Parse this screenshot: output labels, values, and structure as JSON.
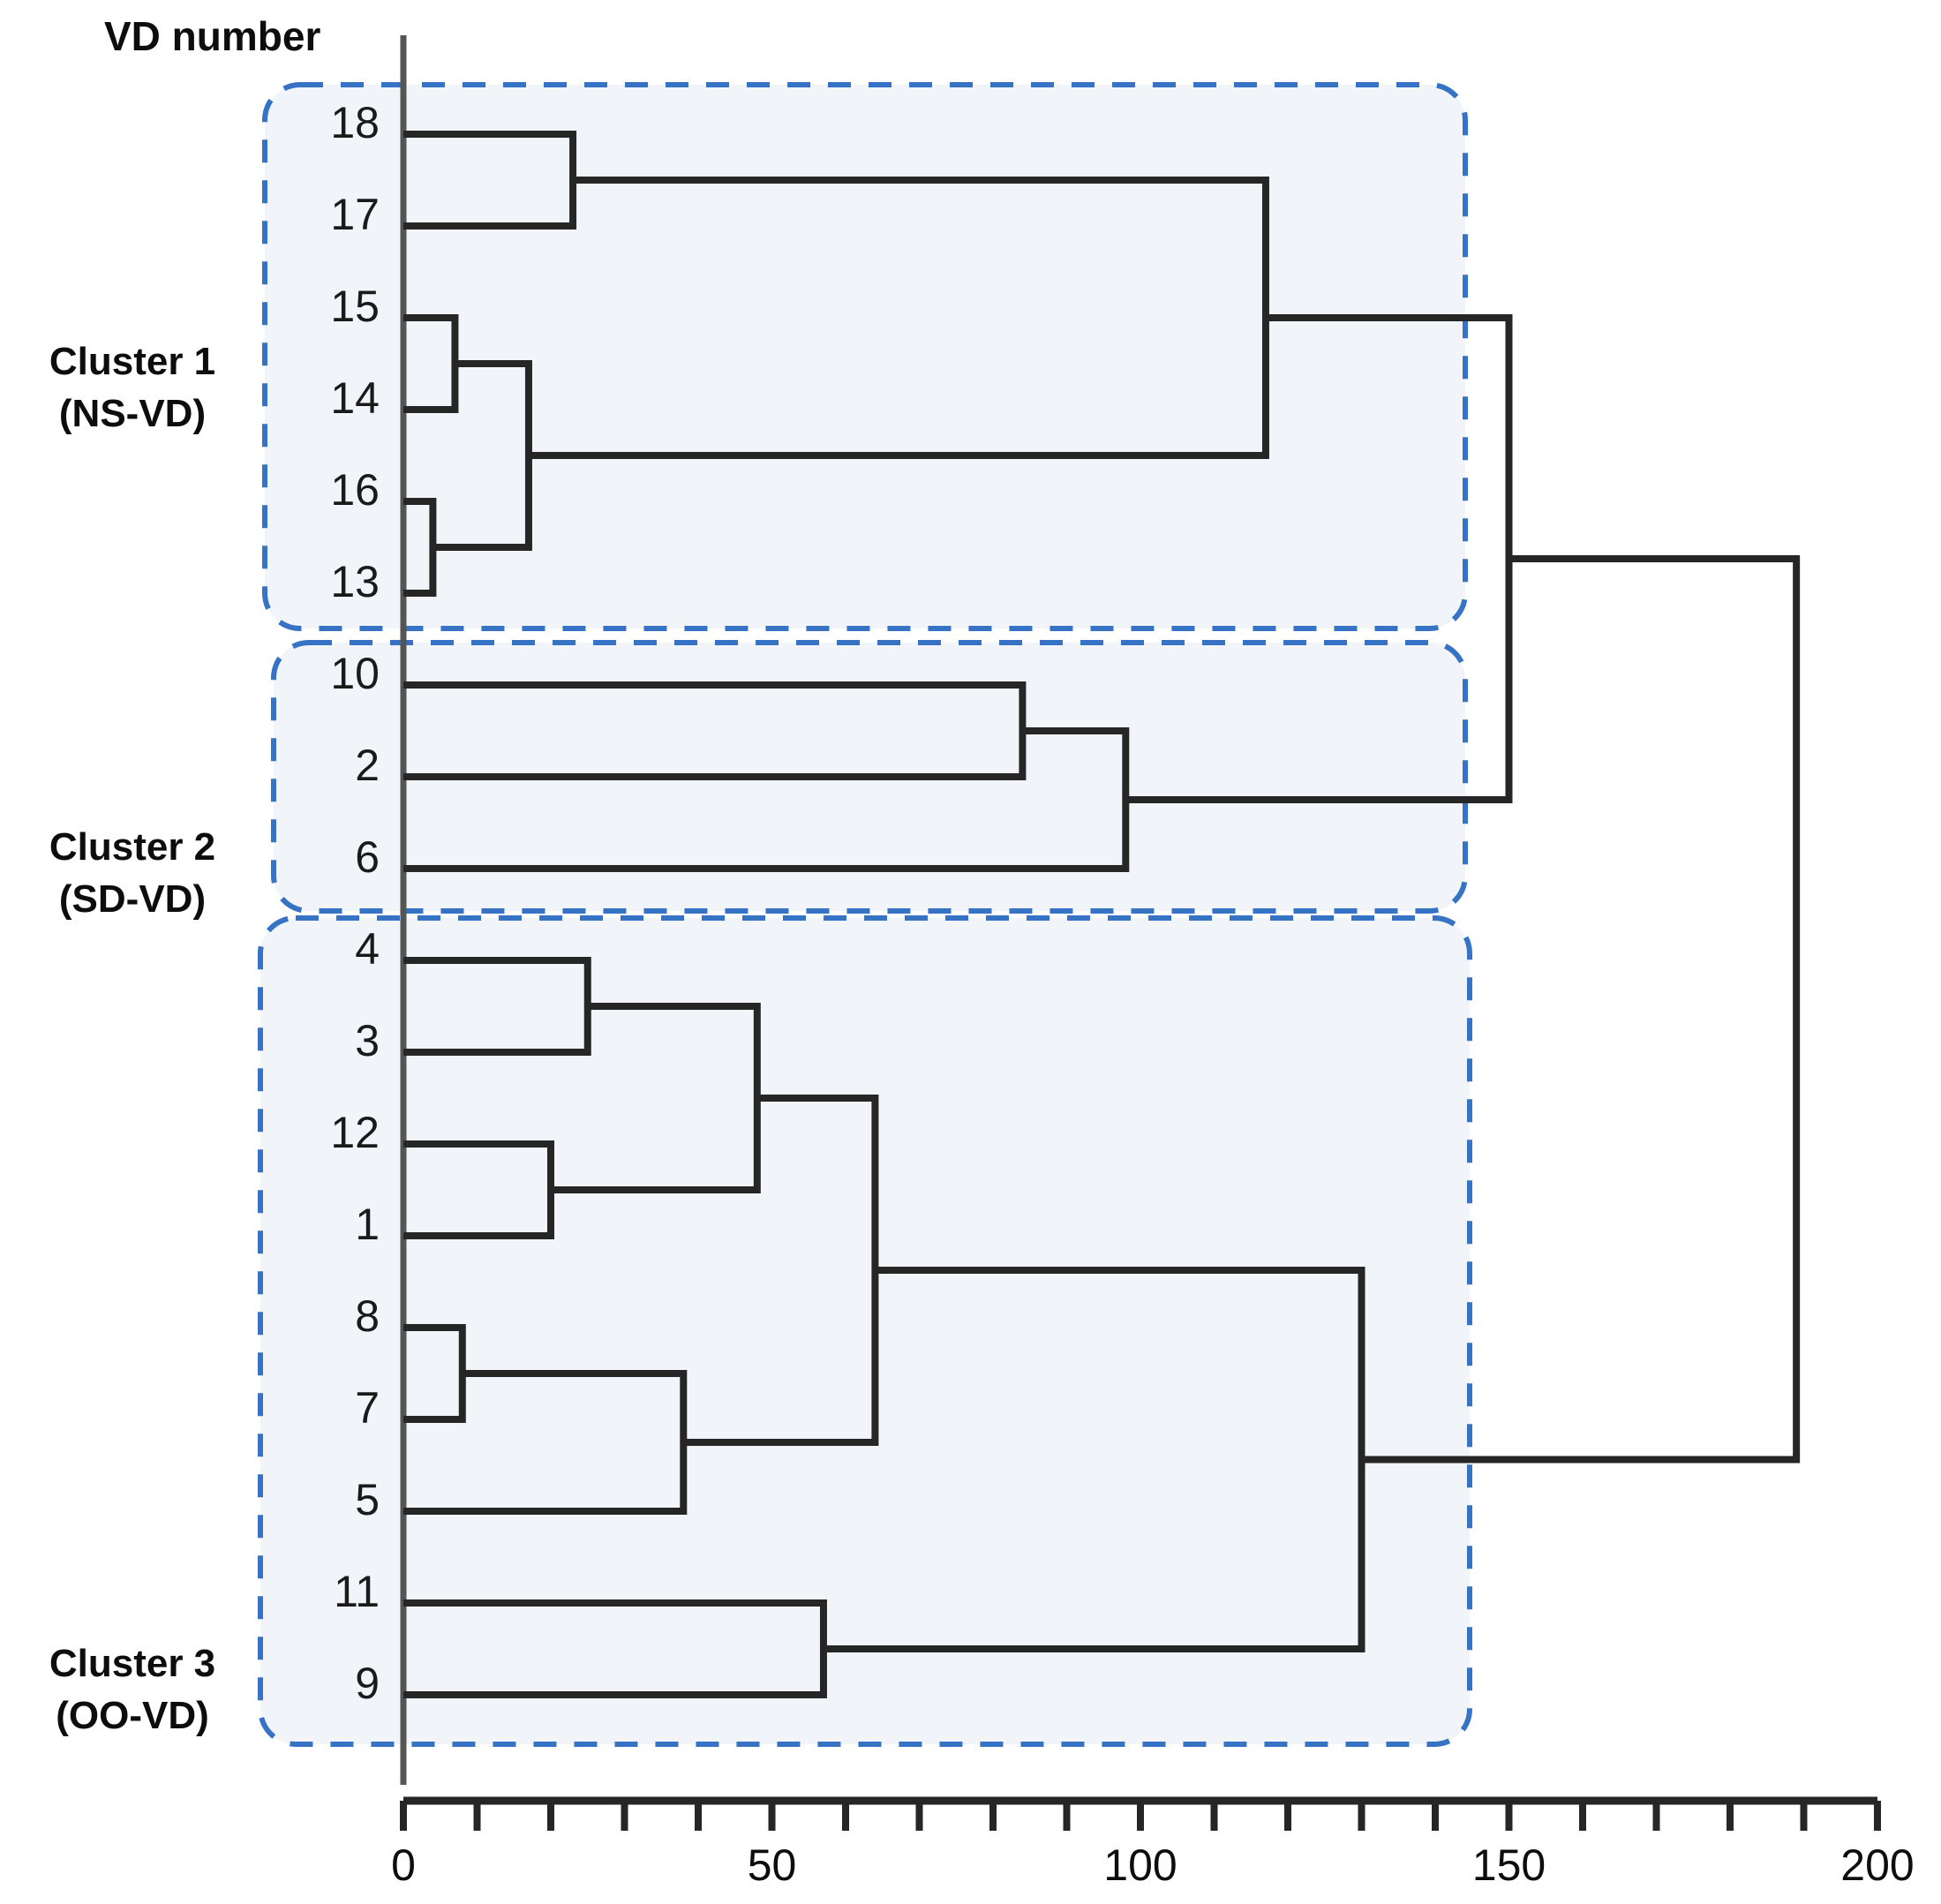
{
  "axis_title": "VD number",
  "clusters": [
    {
      "id": "cluster-1",
      "name": "Cluster 1",
      "sub": "(NS-VD)",
      "members": [
        "18",
        "17",
        "15",
        "14",
        "16",
        "13"
      ]
    },
    {
      "id": "cluster-2",
      "name": "Cluster 2",
      "sub": "(SD-VD)",
      "members": [
        "10",
        "2",
        "6"
      ]
    },
    {
      "id": "cluster-3",
      "name": "Cluster 3",
      "sub": "(OO-VD)",
      "members": [
        "4",
        "3",
        "12",
        "1",
        "8",
        "7",
        "5",
        "11",
        "9"
      ]
    }
  ],
  "leaves": [
    "18",
    "17",
    "15",
    "14",
    "16",
    "13",
    "10",
    "2",
    "6",
    "4",
    "3",
    "12",
    "1",
    "8",
    "7",
    "5",
    "11",
    "9"
  ],
  "x_tick_labels": [
    "0",
    "50",
    "100",
    "150",
    "200"
  ],
  "colors": {
    "box_stroke": "#3673c4",
    "box_fill": "#f1f5fa",
    "link": "#262626",
    "axis": "#262626",
    "text": "#0d0d0d"
  },
  "chart_data": {
    "type": "dendrogram",
    "title": "",
    "xlabel": "",
    "ylabel": "VD number",
    "xlim": [
      0,
      200
    ],
    "xticks": [
      0,
      10,
      20,
      30,
      40,
      50,
      60,
      70,
      80,
      90,
      100,
      110,
      120,
      130,
      140,
      150,
      160,
      170,
      180,
      190,
      200
    ],
    "xtick_labels_major": [
      0,
      50,
      100,
      150,
      200
    ],
    "grid": false,
    "orientation": "horizontal",
    "leaf_order": [
      "18",
      "17",
      "15",
      "14",
      "16",
      "13",
      "10",
      "2",
      "6",
      "4",
      "3",
      "12",
      "1",
      "8",
      "7",
      "5",
      "11",
      "9"
    ],
    "merges": [
      {
        "id": "m_18_17",
        "left": "18",
        "right": "17",
        "distance": 23
      },
      {
        "id": "m_15_14",
        "left": "15",
        "right": "14",
        "distance": 7
      },
      {
        "id": "m_16_13",
        "left": "16",
        "right": "13",
        "distance": 4
      },
      {
        "id": "m_1514_1613",
        "left": "m_15_14",
        "right": "m_16_13",
        "distance": 17
      },
      {
        "id": "m_c1root",
        "left": "m_18_17",
        "right": "m_1514_1613",
        "distance": 117
      },
      {
        "id": "m_10_2",
        "left": "10",
        "right": "2",
        "distance": 84
      },
      {
        "id": "m_102_6",
        "left": "m_10_2",
        "right": "6",
        "distance": 98
      },
      {
        "id": "m_4_3",
        "left": "4",
        "right": "3",
        "distance": 25
      },
      {
        "id": "m_12_1",
        "left": "12",
        "right": "1",
        "distance": 20
      },
      {
        "id": "m_43_121",
        "left": "m_4_3",
        "right": "m_12_1",
        "distance": 48
      },
      {
        "id": "m_8_7",
        "left": "8",
        "right": "7",
        "distance": 8
      },
      {
        "id": "m_87_5",
        "left": "m_8_7",
        "right": "5",
        "distance": 38
      },
      {
        "id": "m_upper3",
        "left": "m_43_121",
        "right": "m_87_5",
        "distance": 64
      },
      {
        "id": "m_11_9",
        "left": "11",
        "right": "9",
        "distance": 57
      },
      {
        "id": "m_c3root",
        "left": "m_upper3",
        "right": "m_11_9",
        "distance": 130
      },
      {
        "id": "m_c1_c2",
        "left": "m_c1root",
        "right": "m_102_6",
        "distance": 150
      },
      {
        "id": "m_root",
        "left": "m_c1_c2",
        "right": "m_c3root",
        "distance": 189
      }
    ],
    "cluster_boxes": [
      {
        "label": "Cluster 1",
        "sublabel": "(NS-VD)",
        "leaves": [
          "18",
          "17",
          "15",
          "14",
          "16",
          "13"
        ]
      },
      {
        "label": "Cluster 2",
        "sublabel": "(SD-VD)",
        "leaves": [
          "10",
          "2",
          "6"
        ]
      },
      {
        "label": "Cluster 3",
        "sublabel": "(OO-VD)",
        "leaves": [
          "4",
          "3",
          "12",
          "1",
          "8",
          "7",
          "5",
          "11",
          "9"
        ]
      }
    ]
  }
}
